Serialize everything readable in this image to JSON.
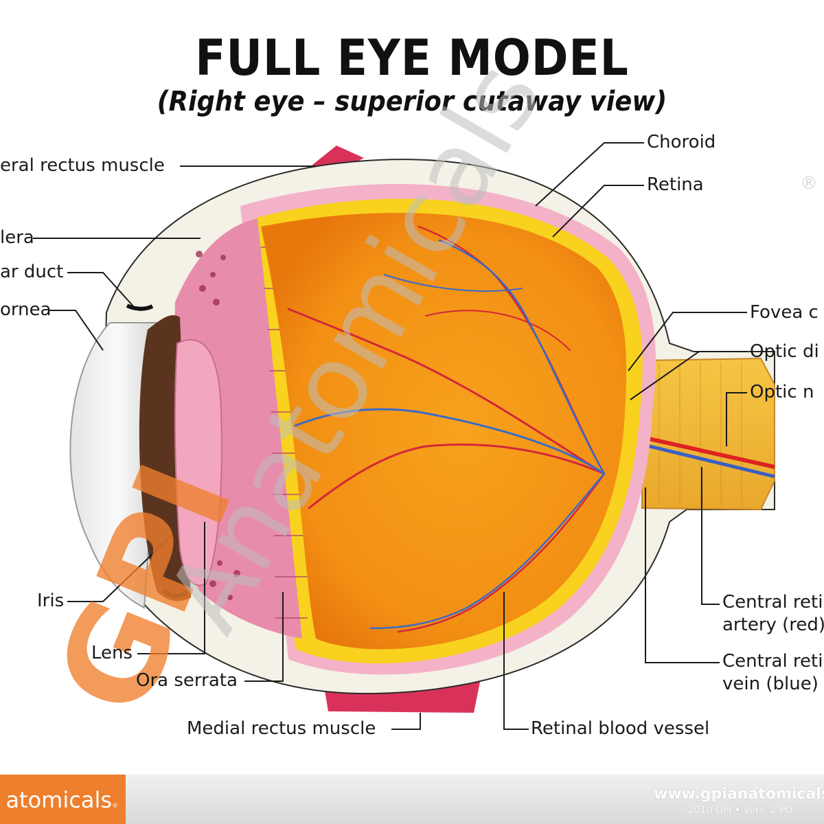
{
  "title": "FULL EYE MODEL",
  "subtitle": "(Right eye – superior cutaway view)",
  "labels": {
    "lateral_rectus": "eral rectus muscle",
    "sclera": "lera",
    "lacrimal_duct": "ar duct",
    "cornea": "ornea",
    "iris": "Iris",
    "lens": "Lens",
    "ora_serrata": "Ora serrata",
    "medial_rectus": "Medial rectus muscle",
    "retinal_vessel": "Retinal blood vessel",
    "choroid": "Choroid",
    "retina": "Retina",
    "fovea": "Fovea c",
    "optic_disc": "Optic di",
    "optic_nerve": "Optic n",
    "artery_line1": "Central reti",
    "artery_line2": "artery (red)",
    "vein_line1": "Central reti",
    "vein_line2": "vein (blue)"
  },
  "watermark": {
    "gpi": "GPI",
    "text": "Anatomicals",
    "mark": "®"
  },
  "footer": {
    "brand": "atomicals",
    "brand_mark": "®",
    "url": "www.gpianatomicals",
    "copyright": "©2010 GPI • Vers. 2 PO"
  },
  "colors": {
    "brand_orange": "#ee7f2d",
    "vitreous_orange": "#f29a1c",
    "retina_yellow": "#f8d21e",
    "choroid_pink": "#f3b2c8",
    "muscle_red": "#d9325a"
  }
}
